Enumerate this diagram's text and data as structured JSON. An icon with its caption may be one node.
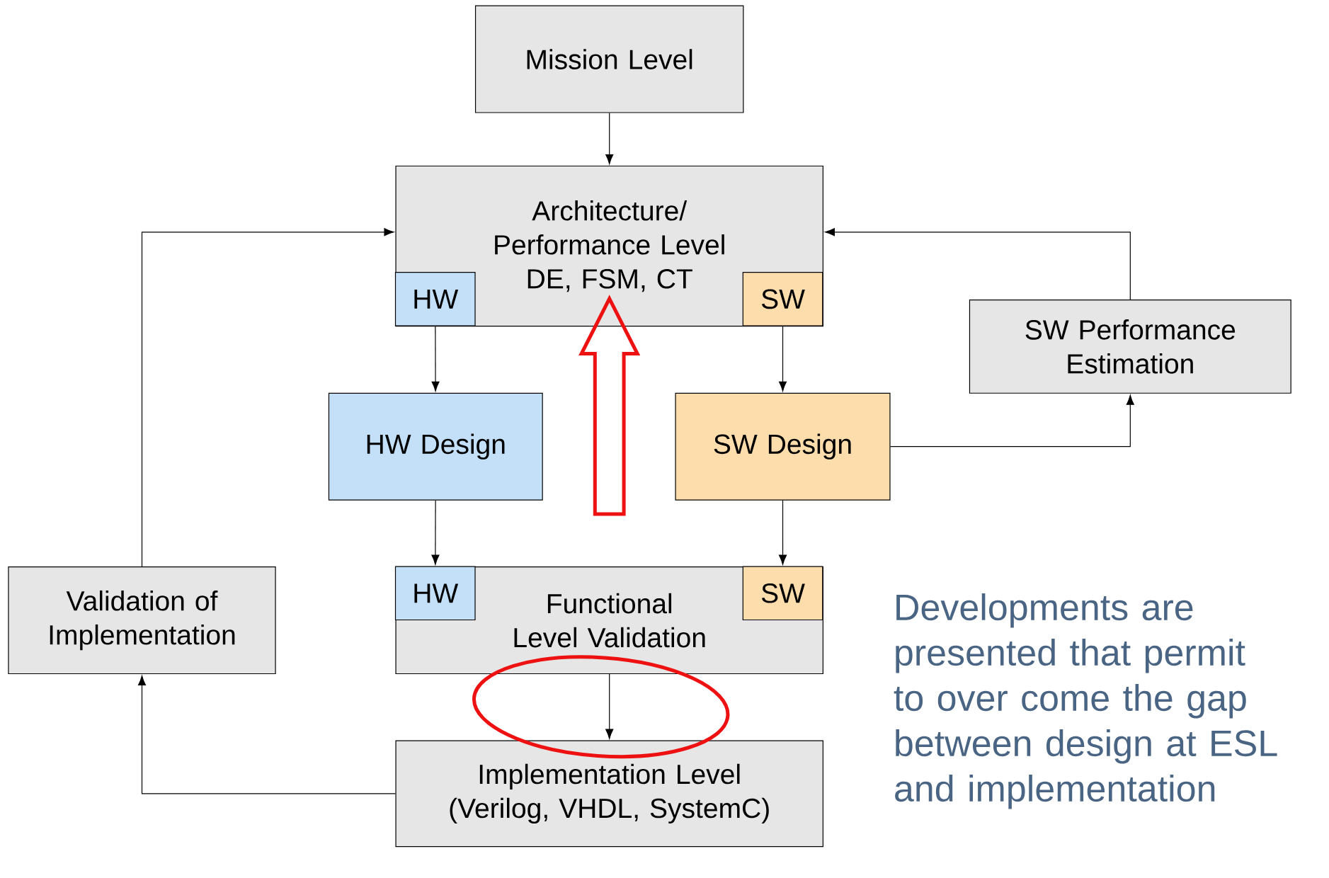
{
  "diagram": {
    "nodes": [
      {
        "text": [
          "Mission Level"
        ]
      },
      {
        "text": [
          "Architecture/ Performance Level DE, FSM, CT"
        ]
      },
      {
        "text": [
          "HW"
        ],
        "in": 1
      },
      {
        "text": [
          "SW"
        ],
        "in": 1
      },
      {
        "text": [
          "SW Performance Estimation"
        ]
      },
      {
        "text": [
          "HW Design"
        ]
      },
      {
        "text": [
          "SW Design"
        ]
      },
      {
        "text": [
          "Validation of Implementation"
        ]
      },
      {
        "text": [
          "Functional Level Validation"
        ]
      },
      {
        "text": [
          "HW"
        ],
        "in": 8
      },
      {
        "text": [
          "SW"
        ],
        "in": 8
      },
      {
        "text": [
          "Implementation Level (Verilog, VHDL, SystemC)"
        ]
      }
    ],
    "edges": [
      {
        "from": 0,
        "to": 1,
        "arrow": "to"
      },
      {
        "from": 7,
        "to": 1,
        "arrow": "to"
      },
      {
        "from": 4,
        "to": 1,
        "arrow": "to"
      },
      {
        "from": 2,
        "to": 5,
        "arrow": "to"
      },
      {
        "from": 3,
        "to": 6,
        "arrow": "to"
      },
      {
        "from": 6,
        "to": 4,
        "arrow": "to"
      },
      {
        "from": 5,
        "to": 9,
        "arrow": "to"
      },
      {
        "from": 6,
        "to": 10,
        "arrow": "to"
      },
      {
        "from": 8,
        "to": 11,
        "arrow": "to"
      },
      {
        "from": 11,
        "to": 7,
        "arrow": "to"
      },
      {
        "from": null,
        "to": 1,
        "arrow": "to",
        "style": "thick",
        "color": "#ee1111"
      }
    ],
    "labels": [
      "Developments are presented that permit to over come the gap between design at ESL and implementation"
    ]
  }
}
